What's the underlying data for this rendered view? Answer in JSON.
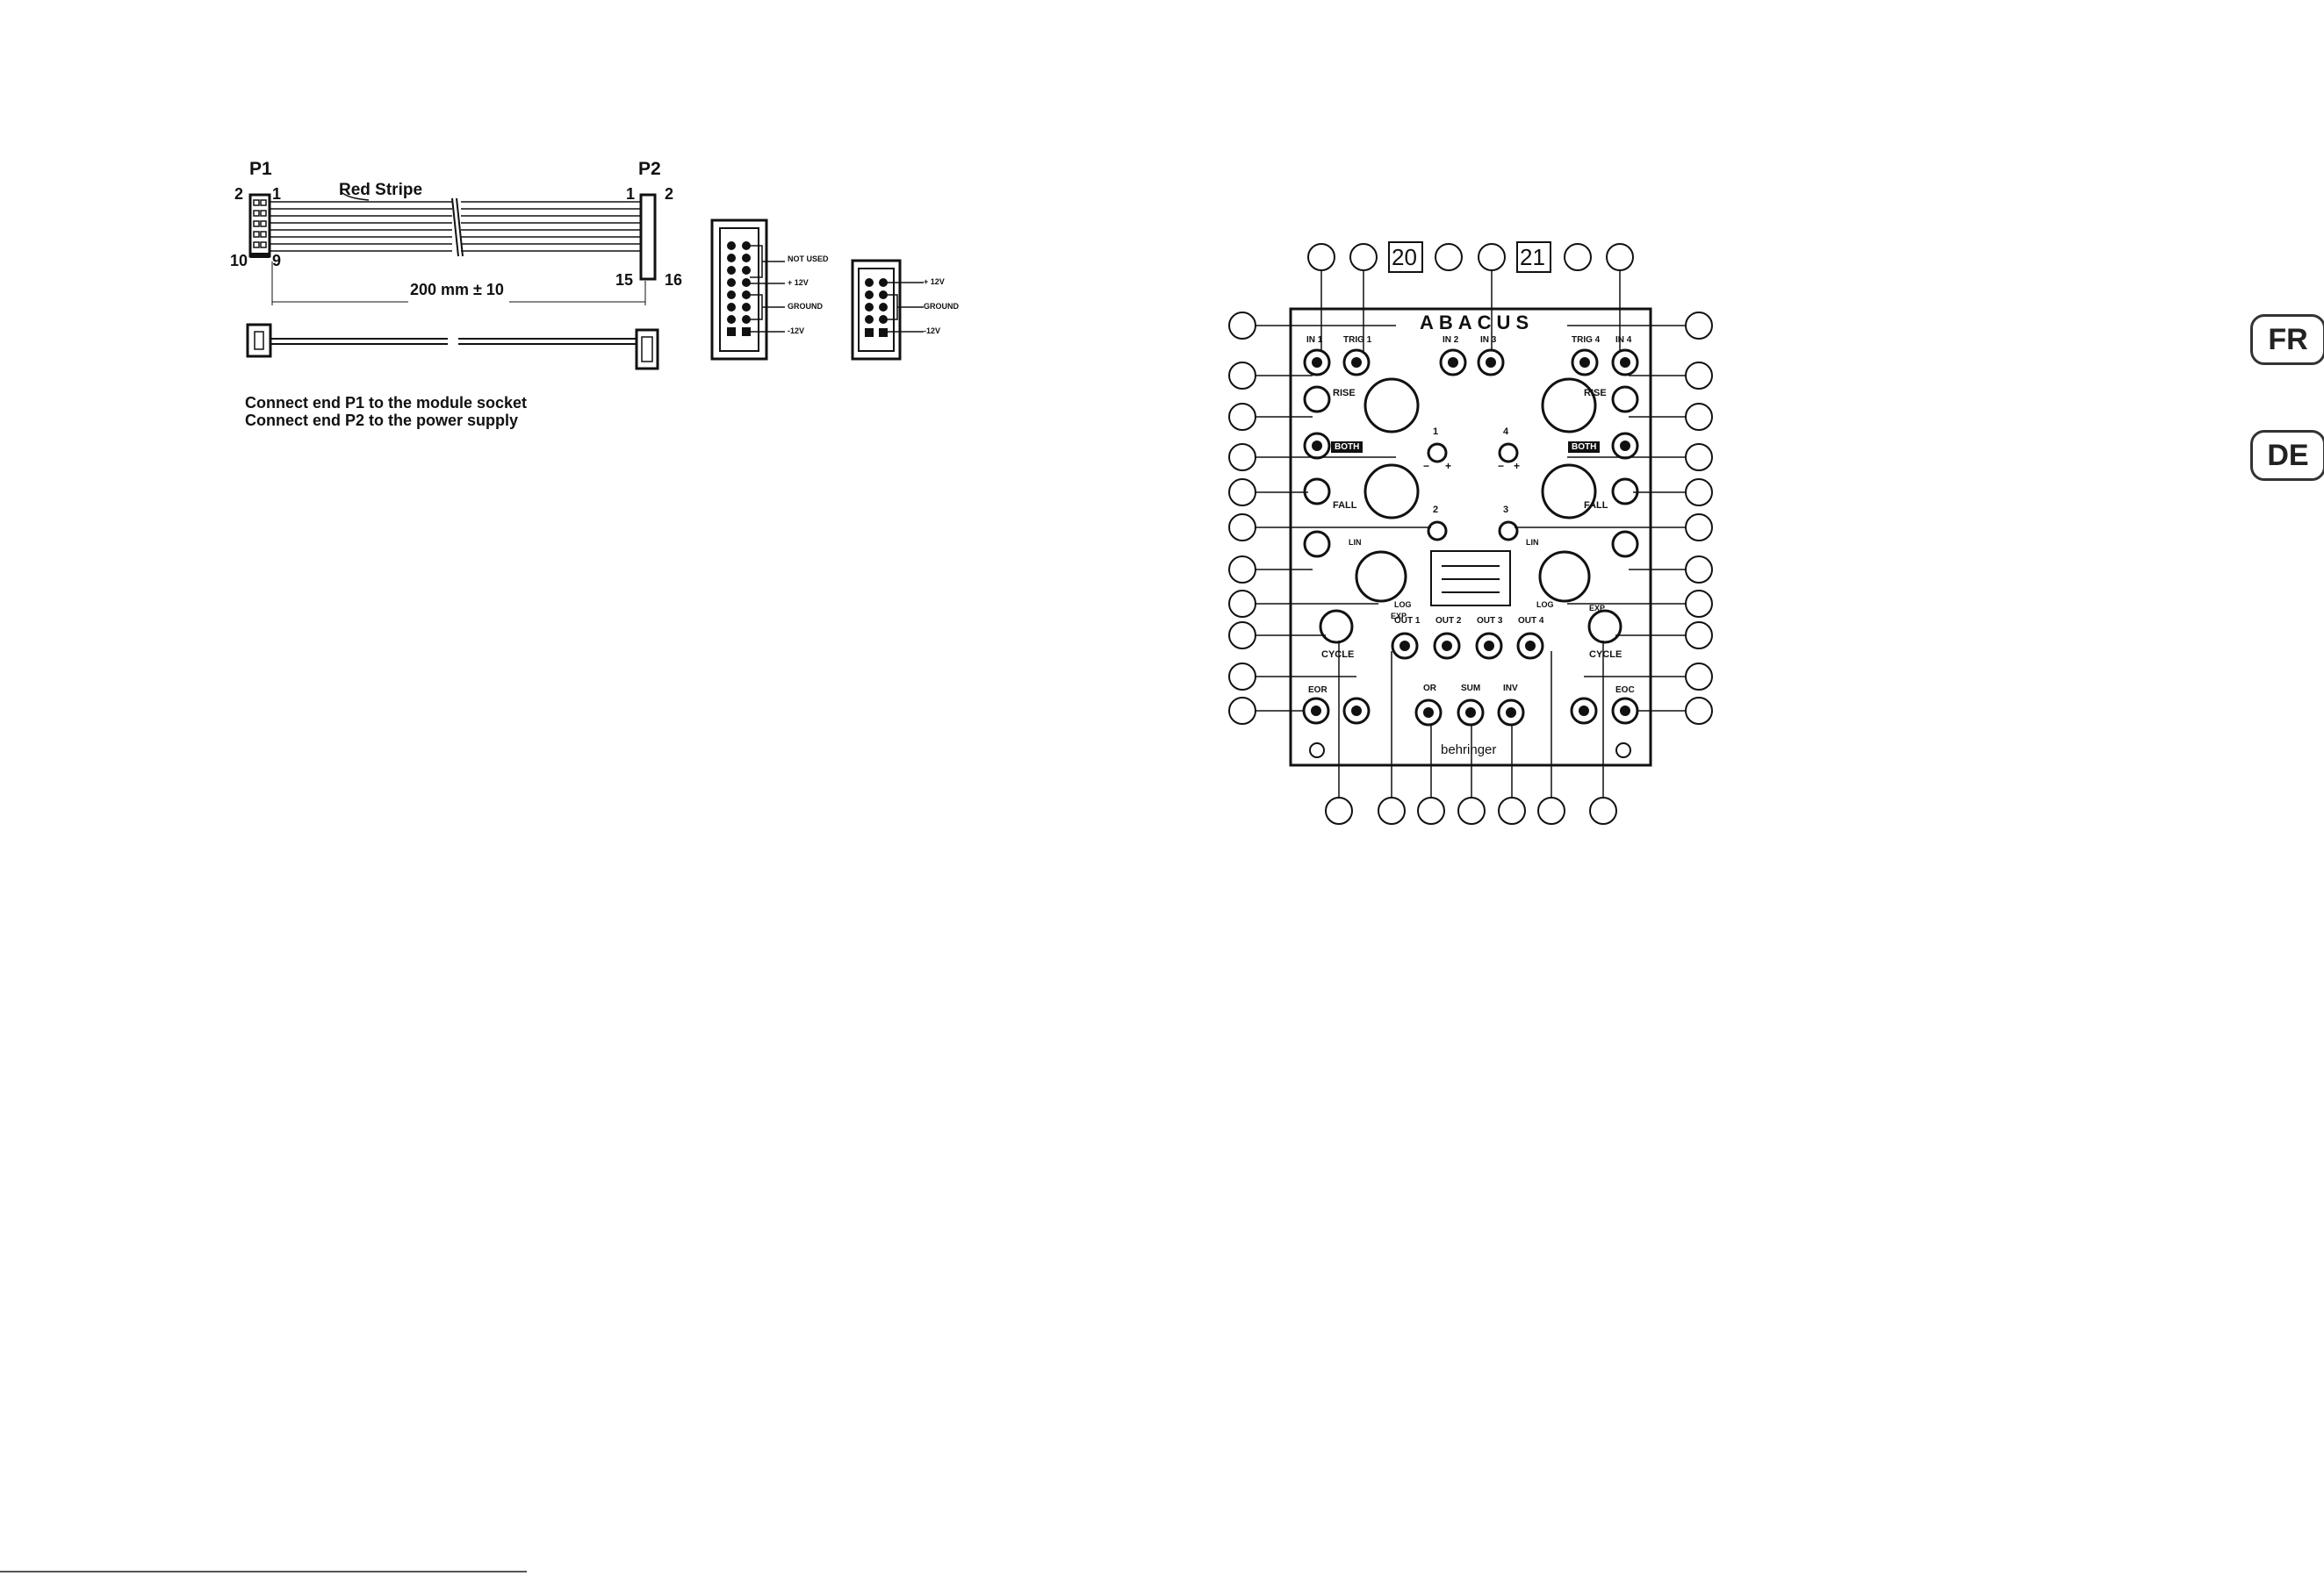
{
  "cable": {
    "p1": "P1",
    "p2": "P2",
    "red_stripe": "Red Stripe",
    "p1_pins": {
      "tl": "2",
      "tr": "1",
      "bl": "10",
      "br": "9"
    },
    "p2_pins": {
      "tl": "1",
      "tr": "2",
      "bl": "15",
      "br": "16"
    },
    "length": "200 mm ± 10",
    "connect_1": "Connect end P1 to the module socket",
    "connect_2": "Connect end P2 to the power supply"
  },
  "pinout16": {
    "not_used": "NOT USED",
    "plus12": "+ 12V",
    "ground": "GROUND",
    "minus12": "-12V"
  },
  "pinout10": {
    "plus12": "+ 12V",
    "ground": "GROUND",
    "minus12": "-12V"
  },
  "callouts": {
    "n20": "20",
    "n21": "21"
  },
  "panel": {
    "brand_title": "ABACUS",
    "in1": "IN 1",
    "trig1": "TRIG 1",
    "in2": "IN 2",
    "in3": "IN 3",
    "trig4": "TRIG 4",
    "in4": "IN 4",
    "rise_l": "RISE",
    "rise_r": "RISE",
    "both_l": "BOTH",
    "both_r": "BOTH",
    "fall_l": "FALL",
    "fall_r": "FALL",
    "ch1": "1",
    "ch2": "2",
    "ch3": "3",
    "ch4": "4",
    "minus": "−",
    "plus": "+",
    "lin_l": "LIN",
    "lin_r": "LIN",
    "log_l": "LOG",
    "exp_l": "EXP",
    "log_r": "LOG",
    "exp_r": "EXP",
    "cycle_l": "CYCLE",
    "cycle_r": "CYCLE",
    "out1": "OUT 1",
    "out2": "OUT 2",
    "out3": "OUT 3",
    "out4": "OUT 4",
    "eor": "EOR",
    "eoc": "EOC",
    "or": "OR",
    "sum": "SUM",
    "inv": "INV",
    "logo": "behringer"
  },
  "lang_tabs": {
    "fr": "FR",
    "de": "DE"
  }
}
